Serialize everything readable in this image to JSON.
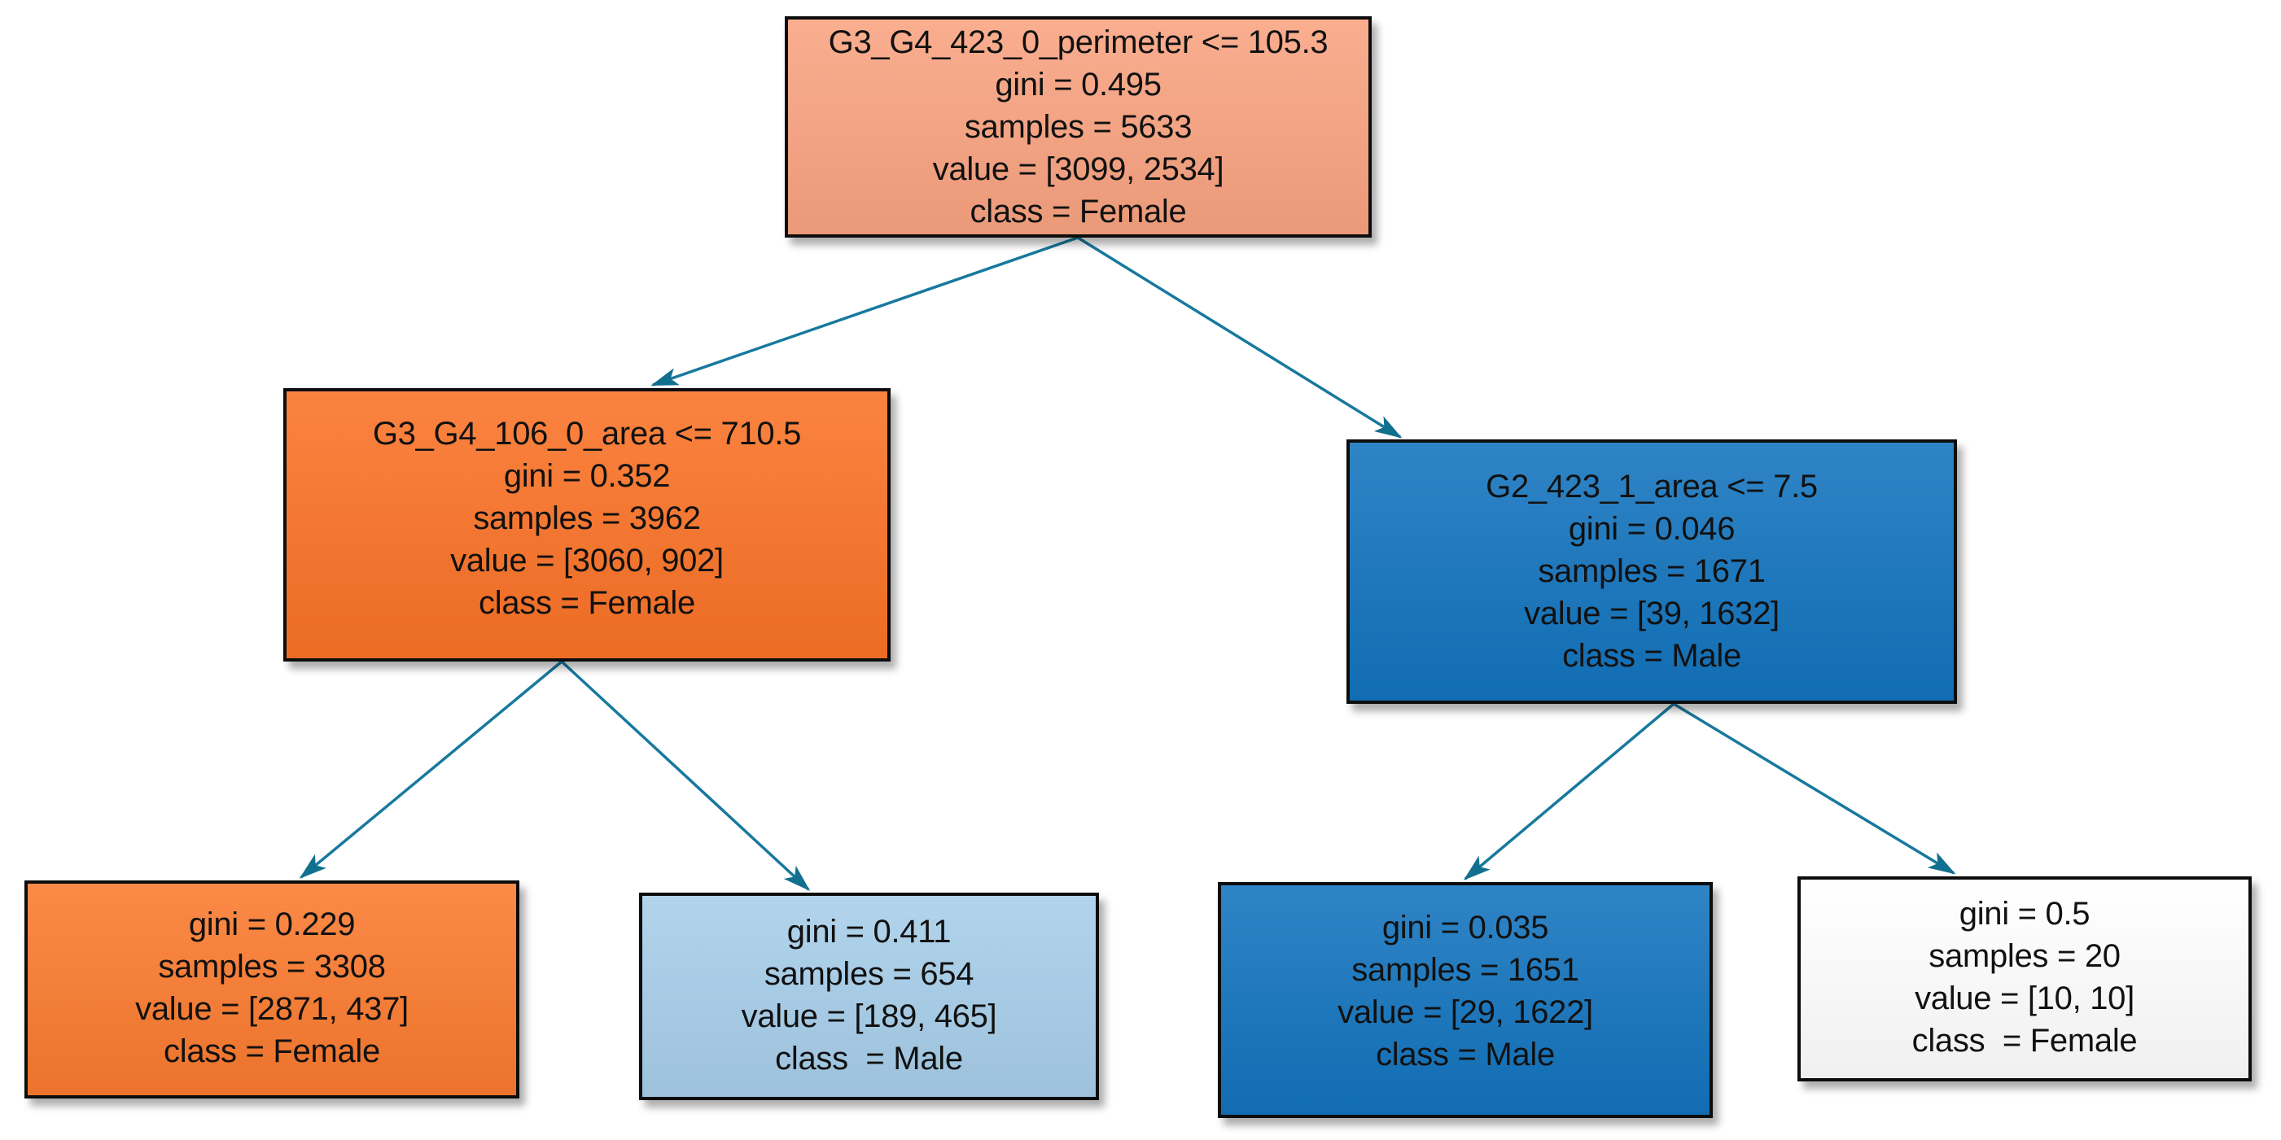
{
  "diagram": {
    "type": "decision-tree",
    "classes": [
      "Female",
      "Male"
    ]
  },
  "colors": {
    "background": "#ffffff",
    "edge": "#17799E",
    "arrowhead": "#12708F",
    "node_border": "#0d0d0d",
    "text": "#111111",
    "root_fill": "#F9A380",
    "orange_fill": "#FA7226",
    "orange_leaf_fill": "#FA7A2E",
    "blue_fill": "#1273BD",
    "light_blue_fill": "#A7CEEA",
    "white_fill": "#FFFFFF"
  },
  "tree": {
    "nodes": [
      {
        "id": "root",
        "role": "split",
        "fill": "#F9A380",
        "split_condition": "G3_G4_423_0_perimeter <= 105.3",
        "gini": "0.495",
        "samples": "5633",
        "value": "[3099, 2534]",
        "class_label": "Female",
        "lines": [
          "G3_G4_423_0_perimeter <= 105.3",
          "gini = 0.495",
          "samples = 5633",
          "value = [3099, 2534]",
          "class = Female"
        ]
      },
      {
        "id": "split-left",
        "role": "split",
        "fill": "#FA7226",
        "split_condition": "G3_G4_106_0_area <= 710.5",
        "gini": "0.352",
        "samples": "3962",
        "value": "[3060, 902]",
        "class_label": "Female",
        "lines": [
          "G3_G4_106_0_area <= 710.5",
          "gini = 0.352",
          "samples = 3962",
          "value = [3060, 902]",
          "class = Female"
        ]
      },
      {
        "id": "split-right",
        "role": "split",
        "fill": "#1273BD",
        "split_condition": "G2_423_1_area <= 7.5",
        "gini": "0.046",
        "samples": "1671",
        "value": "[39, 1632]",
        "class_label": "Male",
        "lines": [
          "G2_423_1_area <= 7.5",
          "gini = 0.046",
          "samples = 1671",
          "value = [39, 1632]",
          "class = Male"
        ]
      },
      {
        "id": "leaf-1",
        "role": "leaf",
        "fill": "#FA7A2E",
        "gini": "0.229",
        "samples": "3308",
        "value": "[2871, 437]",
        "class_label": "Female",
        "lines": [
          "gini = 0.229",
          "samples = 3308",
          "value = [2871, 437]",
          "class = Female"
        ]
      },
      {
        "id": "leaf-2",
        "role": "leaf",
        "fill": "#A7CEEA",
        "gini": "0.411",
        "samples": "654",
        "value": "[189, 465]",
        "class_label": "Male",
        "lines": [
          "gini = 0.411",
          "samples = 654",
          "value = [189, 465]",
          "class  = Male"
        ]
      },
      {
        "id": "leaf-3",
        "role": "leaf",
        "fill": "#1273BD",
        "gini": "0.035",
        "samples": "1651",
        "value": "[29, 1622]",
        "class_label": "Male",
        "lines": [
          "gini = 0.035",
          "samples = 1651",
          "value = [29, 1622]",
          "class = Male"
        ]
      },
      {
        "id": "leaf-4",
        "role": "leaf",
        "fill": "#FFFFFF",
        "gini": "0.5",
        "samples": "20",
        "value": "[10, 10]",
        "class_label": "Female",
        "lines": [
          "gini = 0.5",
          "samples = 20",
          "value = [10, 10]",
          "class  = Female"
        ]
      }
    ],
    "edges": [
      {
        "from": "root",
        "to": "split-left"
      },
      {
        "from": "root",
        "to": "split-right"
      },
      {
        "from": "split-left",
        "to": "leaf-1"
      },
      {
        "from": "split-left",
        "to": "leaf-2"
      },
      {
        "from": "split-right",
        "to": "leaf-3"
      },
      {
        "from": "split-right",
        "to": "leaf-4"
      }
    ]
  }
}
